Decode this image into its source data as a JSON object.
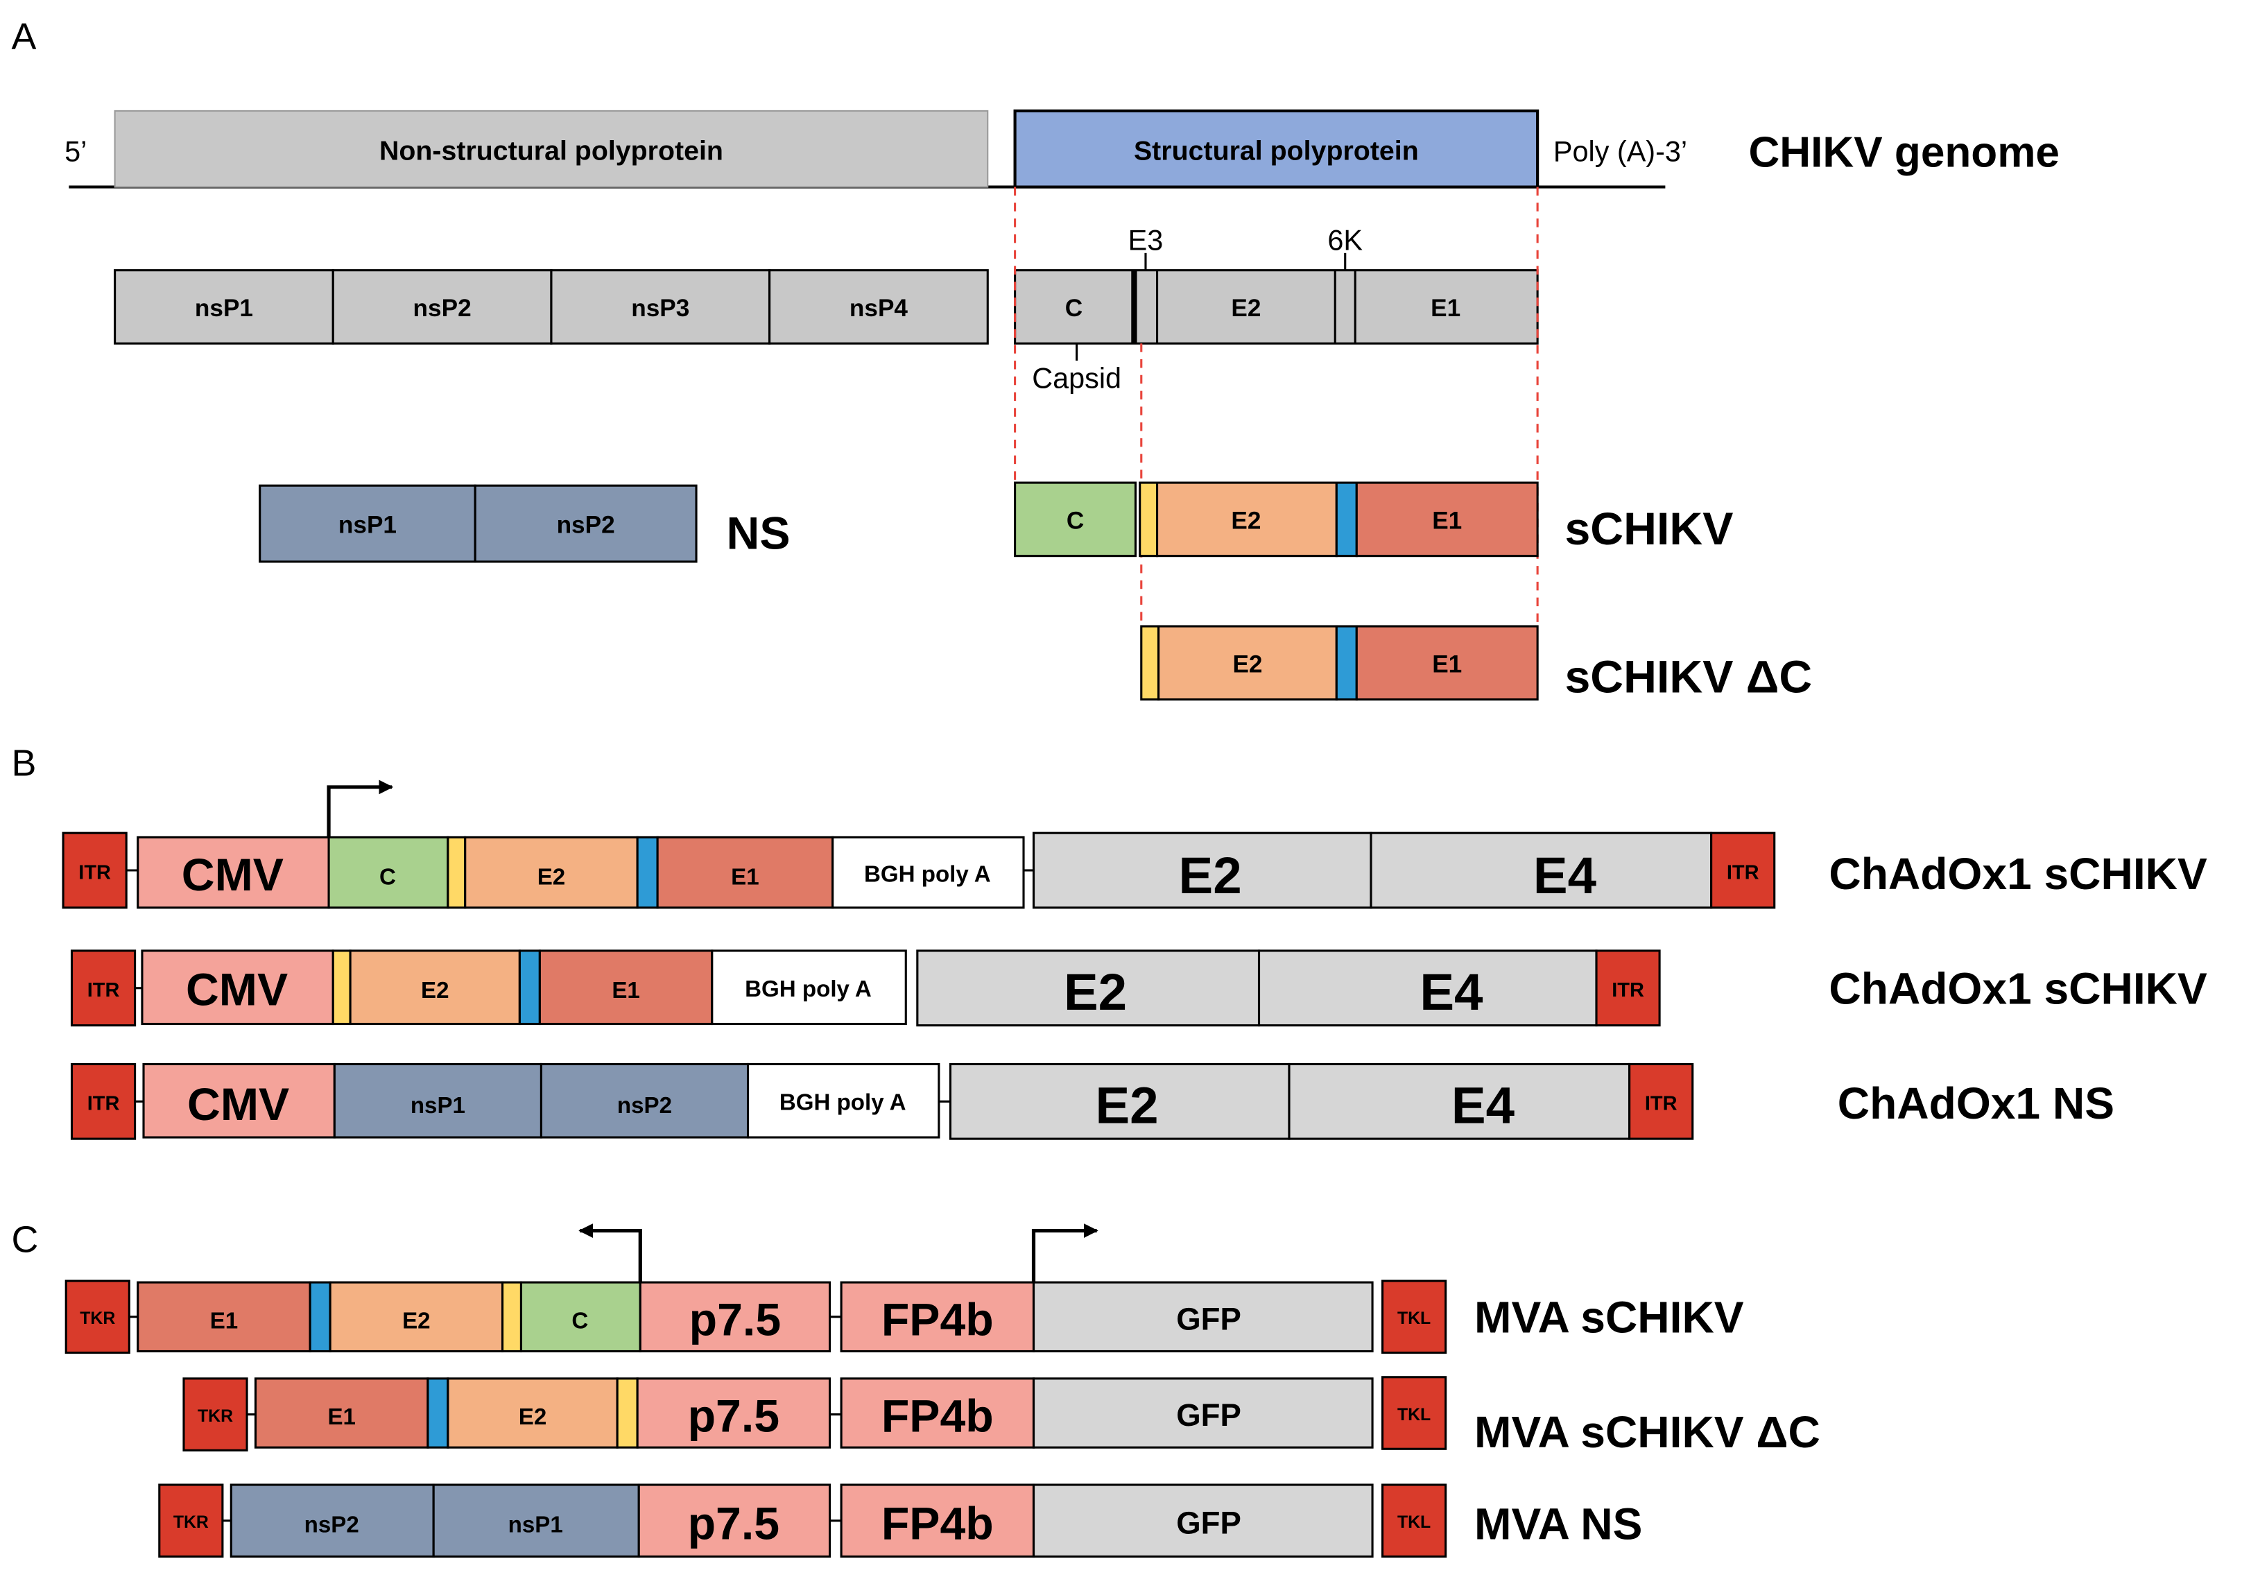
{
  "colors": {
    "gray": "#c8c8c8",
    "light_gray": "#d6d6d6",
    "blue_struct": "#8ea9db",
    "slate": "#8496b0",
    "green": "#a9d18e",
    "orange": "#f4b183",
    "red": "#e07a66",
    "yellow": "#ffd966",
    "cyan": "#2e9bd6",
    "salmon": "#f4a39a",
    "itr_red": "#d93b2b",
    "dash": "#e8453c"
  },
  "panel_a": {
    "label": "A",
    "five_prime": "5’",
    "nonstructural": "Non-structural polyprotein",
    "structural": "Structural polyprotein",
    "poly_a": "Poly (A)-3’",
    "genome": "CHIKV genome",
    "ns_row": [
      "nsP1",
      "nsP2",
      "nsP3",
      "nsP4"
    ],
    "s_row": {
      "c": "C",
      "e2": "E2",
      "e1": "E1"
    },
    "e3": "E3",
    "k6": "6K",
    "capsid": "Capsid",
    "ns_construct": {
      "parts": [
        "nsP1",
        "nsP2"
      ],
      "name": "NS"
    },
    "schikv": {
      "parts": [
        "C",
        "E2",
        "E1"
      ],
      "name": "sCHIKV"
    },
    "schikv_dc": {
      "parts": [
        "E2",
        "E1"
      ],
      "name": "sCHIKV ΔC"
    }
  },
  "panel_b": {
    "label": "B",
    "rows": [
      {
        "itr": "ITR",
        "promoter": "CMV",
        "parts": [
          "C",
          "E2",
          "E1"
        ],
        "polya": "BGH poly A",
        "e2": "E2",
        "e4": "E4",
        "itr_end": "ITR",
        "name": "ChAdOx1 sCHIKV"
      },
      {
        "itr": "ITR",
        "promoter": "CMV",
        "parts": [
          "E2",
          "E1"
        ],
        "polya": "BGH poly A",
        "e2": "E2",
        "e4": "E4",
        "itr_end": "ITR",
        "name": "ChAdOx1 sCHIKV"
      },
      {
        "itr": "ITR",
        "promoter": "CMV",
        "parts": [
          "nsP1",
          "nsP2"
        ],
        "polya": "BGH poly A",
        "e2": "E2",
        "e4": "E4",
        "itr_end": "ITR",
        "name": "ChAdOx1 NS"
      }
    ]
  },
  "panel_c": {
    "label": "C",
    "rows": [
      {
        "tkr": "TKR",
        "parts": [
          "E1",
          "E2",
          "C"
        ],
        "p75": "p7.5",
        "fp4b": "FP4b",
        "gfp": "GFP",
        "tkl": "TKL",
        "name": "MVA sCHIKV"
      },
      {
        "tkr": "TKR",
        "parts": [
          "E1",
          "E2"
        ],
        "p75": "p7.5",
        "fp4b": "FP4b",
        "gfp": "GFP",
        "tkl": "TKL",
        "name": "MVA sCHIKV ΔC"
      },
      {
        "tkr": "TKR",
        "parts": [
          "nsP2",
          "nsP1"
        ],
        "p75": "p7.5",
        "fp4b": "FP4b",
        "gfp": "GFP",
        "tkl": "TKL",
        "name": "MVA NS"
      }
    ]
  }
}
